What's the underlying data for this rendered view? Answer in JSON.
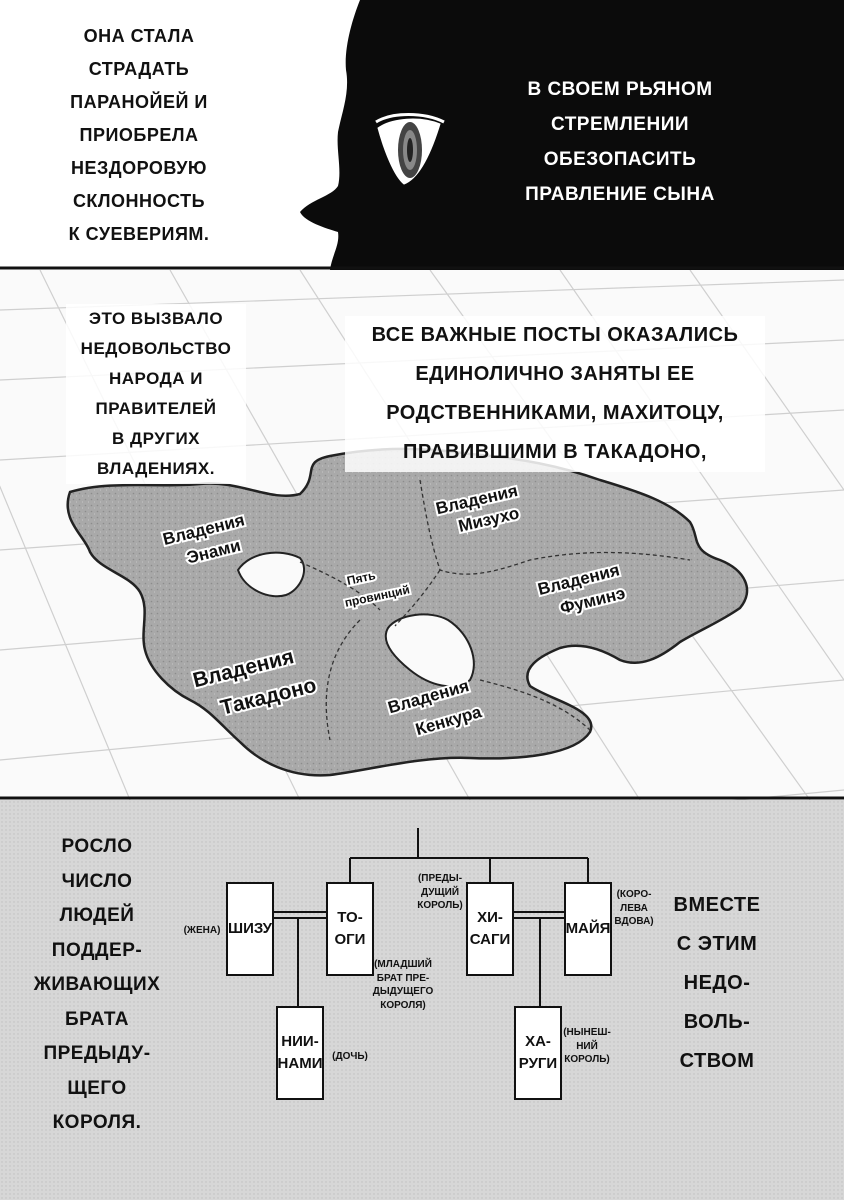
{
  "panel_top": {
    "left_caption": [
      "Она стала",
      "страдать",
      "паранойей и",
      "приобрела",
      "нездоровую",
      "склонность",
      "к суевериям."
    ],
    "right_caption": [
      "В своем рьяном",
      "стремлении",
      "обезопасить",
      "правление сына"
    ]
  },
  "panel_map": {
    "left_caption": [
      "Это вызвало",
      "недовольство",
      "народа и",
      "правителей",
      "в других",
      "владениях."
    ],
    "right_caption": [
      "Все важные посты оказались",
      "единолично заняты ее",
      "родственниками, махитоцу,",
      "правившими в Такадоно,"
    ],
    "regions": {
      "enami": [
        "Владения",
        "Энами"
      ],
      "mizuho": [
        "Владения",
        "Мизухо"
      ],
      "five": [
        "Пять",
        "провинций"
      ],
      "fumine": [
        "Владения",
        "Фуминэ"
      ],
      "takadono": [
        "Владения",
        "Такадоно"
      ],
      "kenkura": [
        "Владения",
        "Кенкура"
      ]
    }
  },
  "panel_tree": {
    "left_caption": [
      "Росло",
      "число",
      "людей",
      "поддер-",
      "живающих",
      "брата",
      "предыду-",
      "щего",
      "короля."
    ],
    "right_caption": [
      "Вместе",
      "с этим",
      "недо-",
      "воль-",
      "ством"
    ],
    "persons": {
      "shizu": [
        "Шизу"
      ],
      "togi": [
        "То-",
        "оги"
      ],
      "hisagi": [
        "Хи-",
        "саги"
      ],
      "maiya": [
        "Майя"
      ],
      "niinami": [
        "Нии-",
        "нами"
      ],
      "harugi": [
        "Ха-",
        "руги"
      ]
    },
    "notes": {
      "wife": [
        "(жена)"
      ],
      "prev_king": [
        "(преды-",
        "дущий",
        "король)"
      ],
      "queen": [
        "(коро-",
        "лева",
        "вдова)"
      ],
      "younger_brother": [
        "(младший",
        "брат пре-",
        "дыдущего",
        "короля)"
      ],
      "daughter": [
        "(дочь)"
      ],
      "current_king": [
        "(нынеш-",
        "ний",
        "король)"
      ]
    }
  }
}
